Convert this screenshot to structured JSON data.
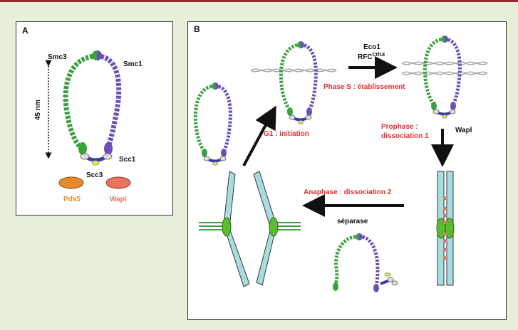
{
  "panel_a": {
    "letter": "A",
    "smc3": "Smc3",
    "smc1": "Smc1",
    "scale": "45 nm",
    "scc1": "Scc1",
    "scc3": "Scc3",
    "pds5": "Pds5",
    "wapl": "Wapl"
  },
  "panel_b": {
    "letter": "B",
    "eco1": "Eco1",
    "rfc": "RFC",
    "rfc_sup": "Ctf18",
    "phase_s": "Phase S : établissement",
    "g1": "G1 : initiation",
    "prophase_1": "Prophase :",
    "prophase_2": "dissociation 1",
    "wapl": "Wapl",
    "anaphase": "Anaphase : dissociation 2",
    "separase": "séparase"
  },
  "colors": {
    "smc3_green": "#3aa040",
    "smc1_purple": "#6b4fb8",
    "kleisin_blue": "#3a3aa8",
    "chromatid": "#a8dde0",
    "label_red": "#e03131",
    "pds5": "#e8892b",
    "wapl": "#e9735f",
    "border_top": "#9a2a2a"
  }
}
